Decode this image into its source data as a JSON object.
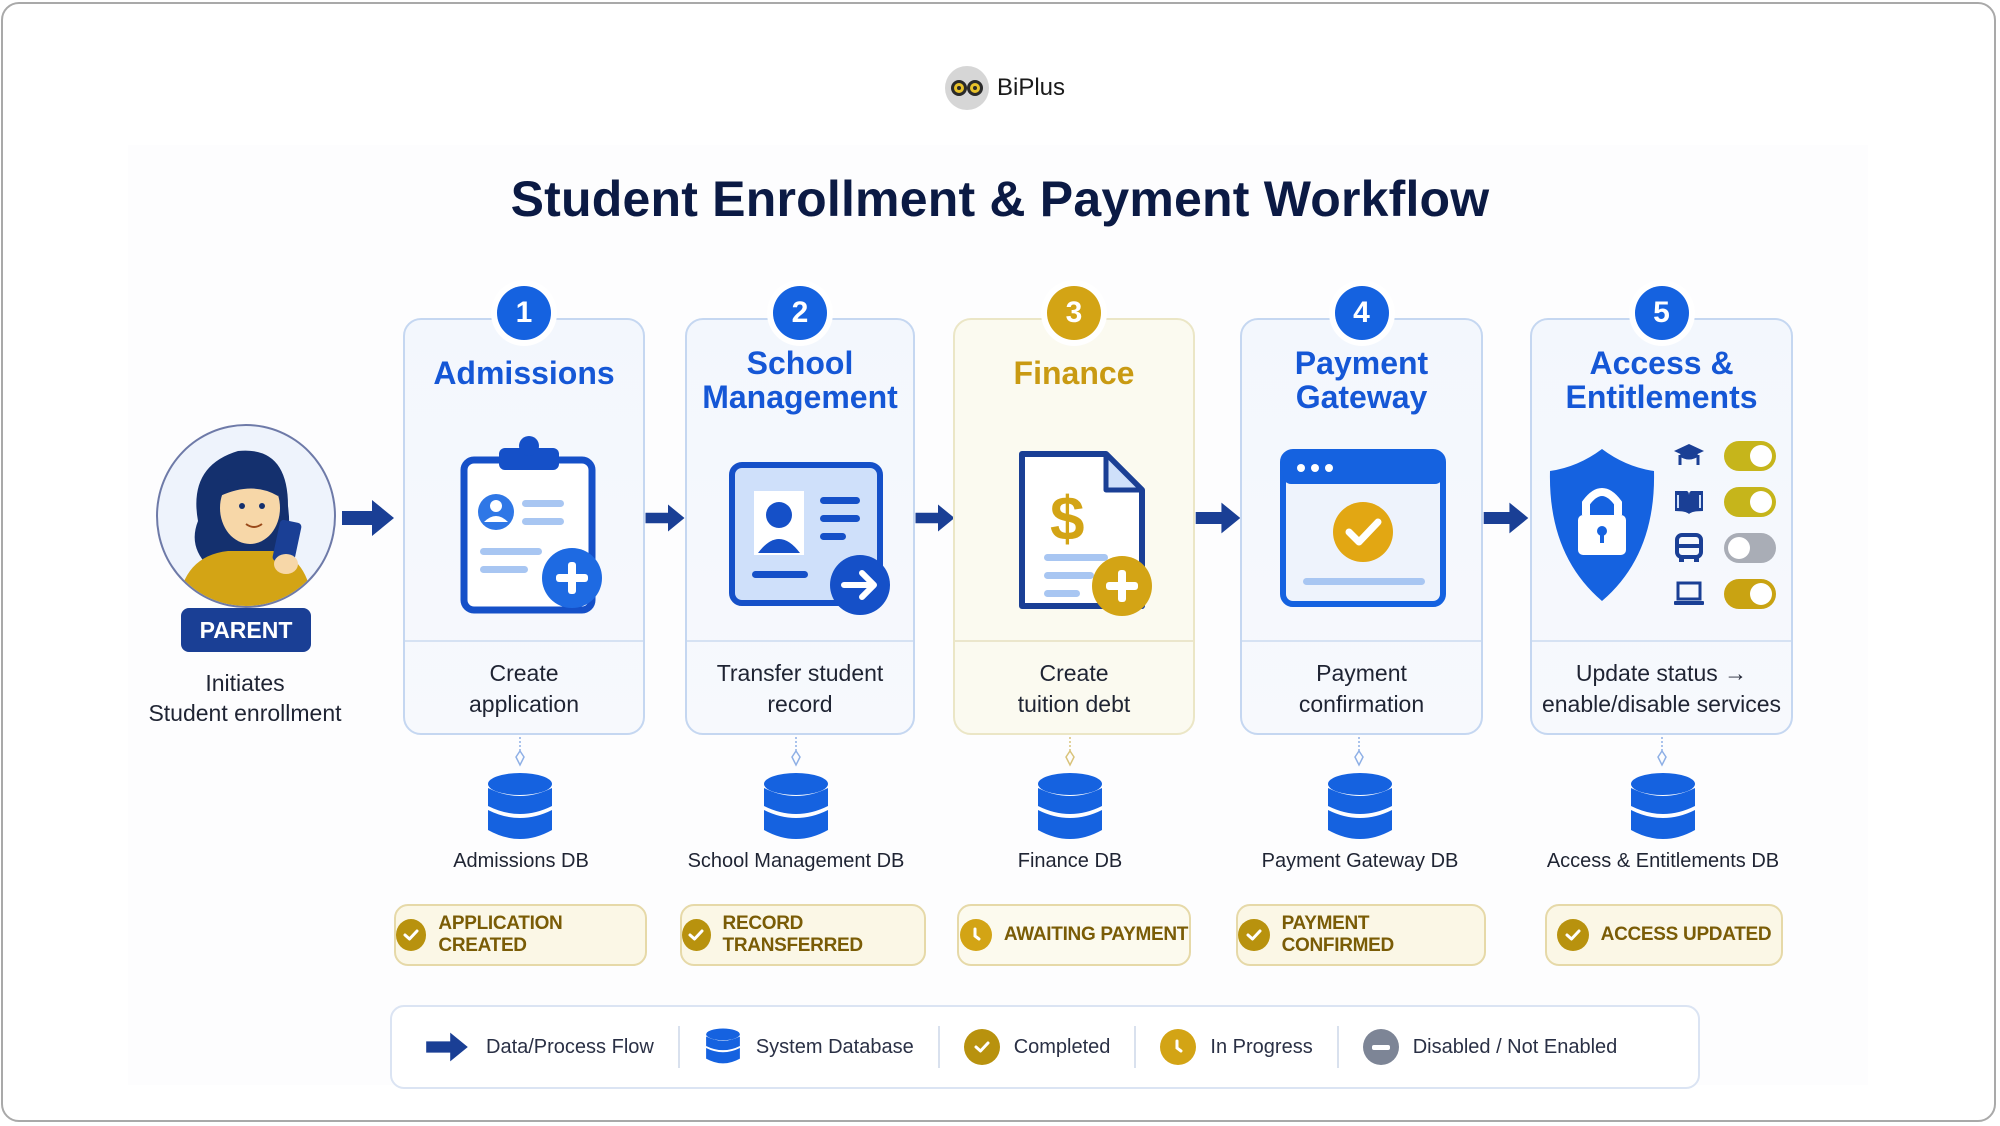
{
  "brand": {
    "name": "BiPlus",
    "logo_icon": "owl-eyes-icon"
  },
  "title": "Student Enrollment & Payment Workflow",
  "actor": {
    "label": "PARENT",
    "caption_line1": "Initiates",
    "caption_line2": "Student enrollment",
    "icon": "parent-with-phone-illustration"
  },
  "colors": {
    "primary_blue": "#1562e0",
    "dark_navy": "#0b1a44",
    "arrow_blue": "#1a3f95",
    "gold": "#d3a415",
    "status_text": "#7a5c06",
    "disabled_gray": "#7d8596"
  },
  "steps": [
    {
      "number": "1",
      "title_line1": "Admissions",
      "title_line2": "",
      "icon": "clipboard-add-icon",
      "desc_line1": "Create",
      "desc_line2": "application",
      "db_label": "Admissions DB",
      "status": "APPLICATION CREATED",
      "status_type": "completed"
    },
    {
      "number": "2",
      "title_line1": "School",
      "title_line2": "Management",
      "icon": "id-card-transfer-icon",
      "desc_line1": "Transfer student",
      "desc_line2": "record",
      "db_label": "School Management DB",
      "status": "RECORD TRANSFERRED",
      "status_type": "completed"
    },
    {
      "number": "3",
      "title_line1": "Finance",
      "title_line2": "",
      "icon": "invoice-dollar-add-icon",
      "desc_line1": "Create",
      "desc_line2": "tuition debt",
      "db_label": "Finance DB",
      "status": "AWAITING PAYMENT",
      "status_type": "in-progress"
    },
    {
      "number": "4",
      "title_line1": "Payment",
      "title_line2": "Gateway",
      "icon": "browser-check-icon",
      "desc_line1": "Payment",
      "desc_line2": "confirmation",
      "db_label": "Payment Gateway DB",
      "status": "PAYMENT CONFIRMED",
      "status_type": "completed"
    },
    {
      "number": "5",
      "title_line1": "Access &",
      "title_line2": "Entitlements",
      "icon": "shield-lock-icon",
      "desc_line1": "Update status →",
      "desc_line2": "enable/disable services",
      "db_label": "Access & Entitlements DB",
      "status": "ACCESS UPDATED",
      "status_type": "completed"
    }
  ],
  "entitlements": [
    {
      "service": "graduation-cap-icon",
      "enabled": true
    },
    {
      "service": "book-icon",
      "enabled": true
    },
    {
      "service": "bus-icon",
      "enabled": false
    },
    {
      "service": "laptop-icon",
      "enabled": true
    }
  ],
  "legend": [
    {
      "icon": "arrow-right-icon",
      "label": "Data/Process Flow"
    },
    {
      "icon": "database-icon",
      "label": "System Database"
    },
    {
      "icon": "check-circle-icon",
      "label": "Completed"
    },
    {
      "icon": "clock-icon",
      "label": "In Progress"
    },
    {
      "icon": "minus-circle-icon",
      "label": "Disabled / Not Enabled"
    }
  ]
}
